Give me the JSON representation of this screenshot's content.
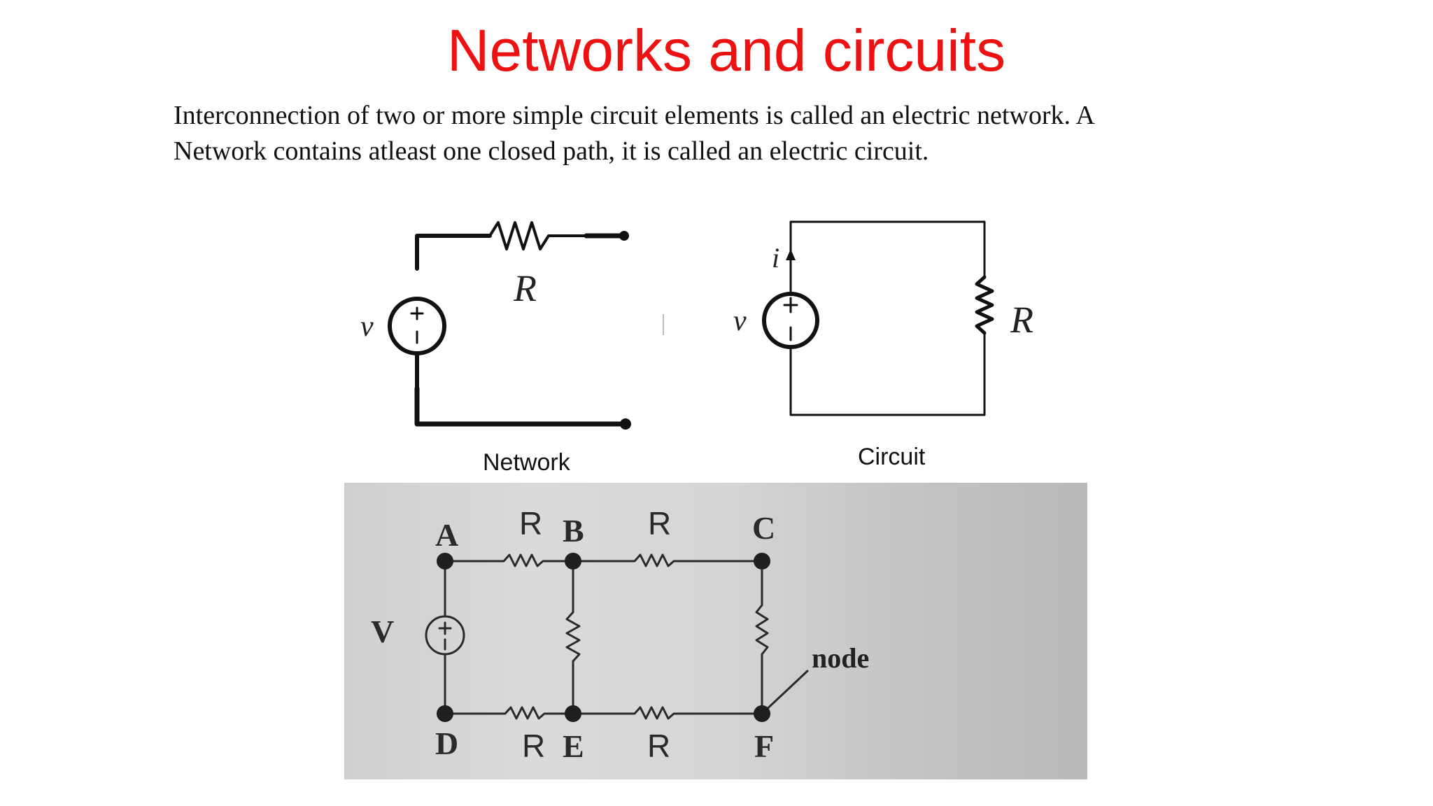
{
  "title": "Networks and circuits",
  "paragraph": {
    "line1": "Interconnection of two or more simple circuit elements is called an electric network. A",
    "line2": "Network contains atleast one closed path, it is called an electric circuit."
  },
  "network": {
    "caption": "Network",
    "source_label": "v",
    "resistor_label": "R"
  },
  "circuit": {
    "caption": "Circuit",
    "source_label": "v",
    "current_label": "i",
    "resistor_label": "R"
  },
  "photo_circuit": {
    "source_label": "V",
    "nodes": [
      "A",
      "B",
      "C",
      "D",
      "E",
      "F"
    ],
    "resistor_labels": [
      "R",
      "R",
      "R",
      "R"
    ],
    "annotation": "node"
  },
  "colors": {
    "title": "#ee1111",
    "text": "#111111"
  }
}
